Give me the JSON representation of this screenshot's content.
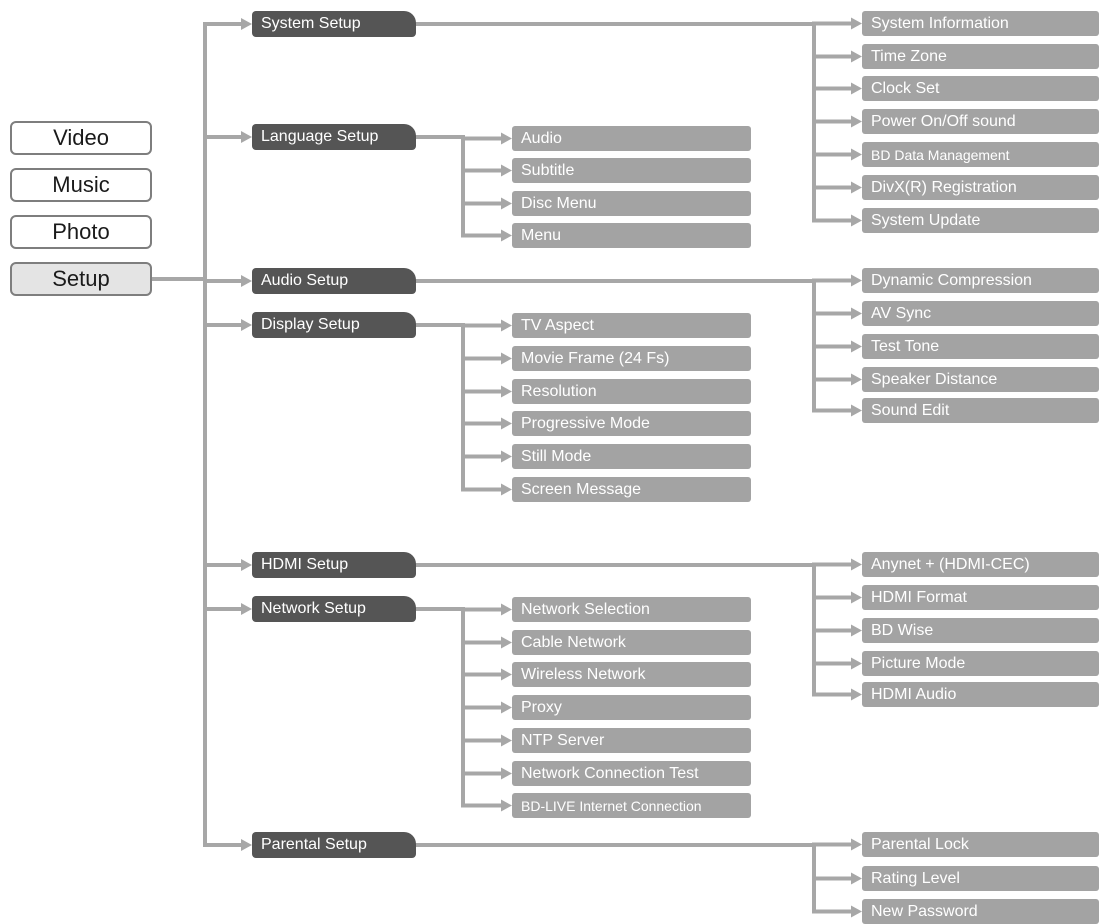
{
  "colors": {
    "wire": "#a7a7a7",
    "category": "#555555",
    "item": "#a3a3a3"
  },
  "main_menu": [
    {
      "label": "Video",
      "active": false
    },
    {
      "label": "Music",
      "active": false
    },
    {
      "label": "Photo",
      "active": false
    },
    {
      "label": "Setup",
      "active": true
    }
  ],
  "categories": [
    {
      "label": "System Setup",
      "items": [
        "System Information",
        "Time Zone",
        "Clock Set",
        "Power On/Off sound",
        "BD Data Management",
        "DivX(R) Registration",
        "System Update"
      ]
    },
    {
      "label": "Language Setup",
      "items": [
        "Audio",
        "Subtitle",
        "Disc Menu",
        "Menu"
      ]
    },
    {
      "label": "Audio Setup",
      "items": [
        "Dynamic Compression",
        "AV Sync",
        "Test Tone",
        "Speaker Distance",
        "Sound Edit"
      ]
    },
    {
      "label": "Display Setup",
      "items": [
        "TV Aspect",
        "Movie Frame (24 Fs)",
        "Resolution",
        "Progressive Mode",
        "Still Mode",
        "Screen Message"
      ]
    },
    {
      "label": "HDMI Setup",
      "items": [
        "Anynet + (HDMI-CEC)",
        "HDMI Format",
        "BD Wise",
        "Picture Mode",
        "HDMI Audio"
      ]
    },
    {
      "label": "Network Setup",
      "items": [
        "Network Selection",
        "Cable Network",
        "Wireless Network",
        "Proxy",
        "NTP Server",
        "Network Connection Test",
        "BD-LIVE Internet Connection"
      ]
    },
    {
      "label": "Parental Setup",
      "items": [
        "Parental Lock",
        "Rating Level",
        "New Password"
      ]
    }
  ]
}
